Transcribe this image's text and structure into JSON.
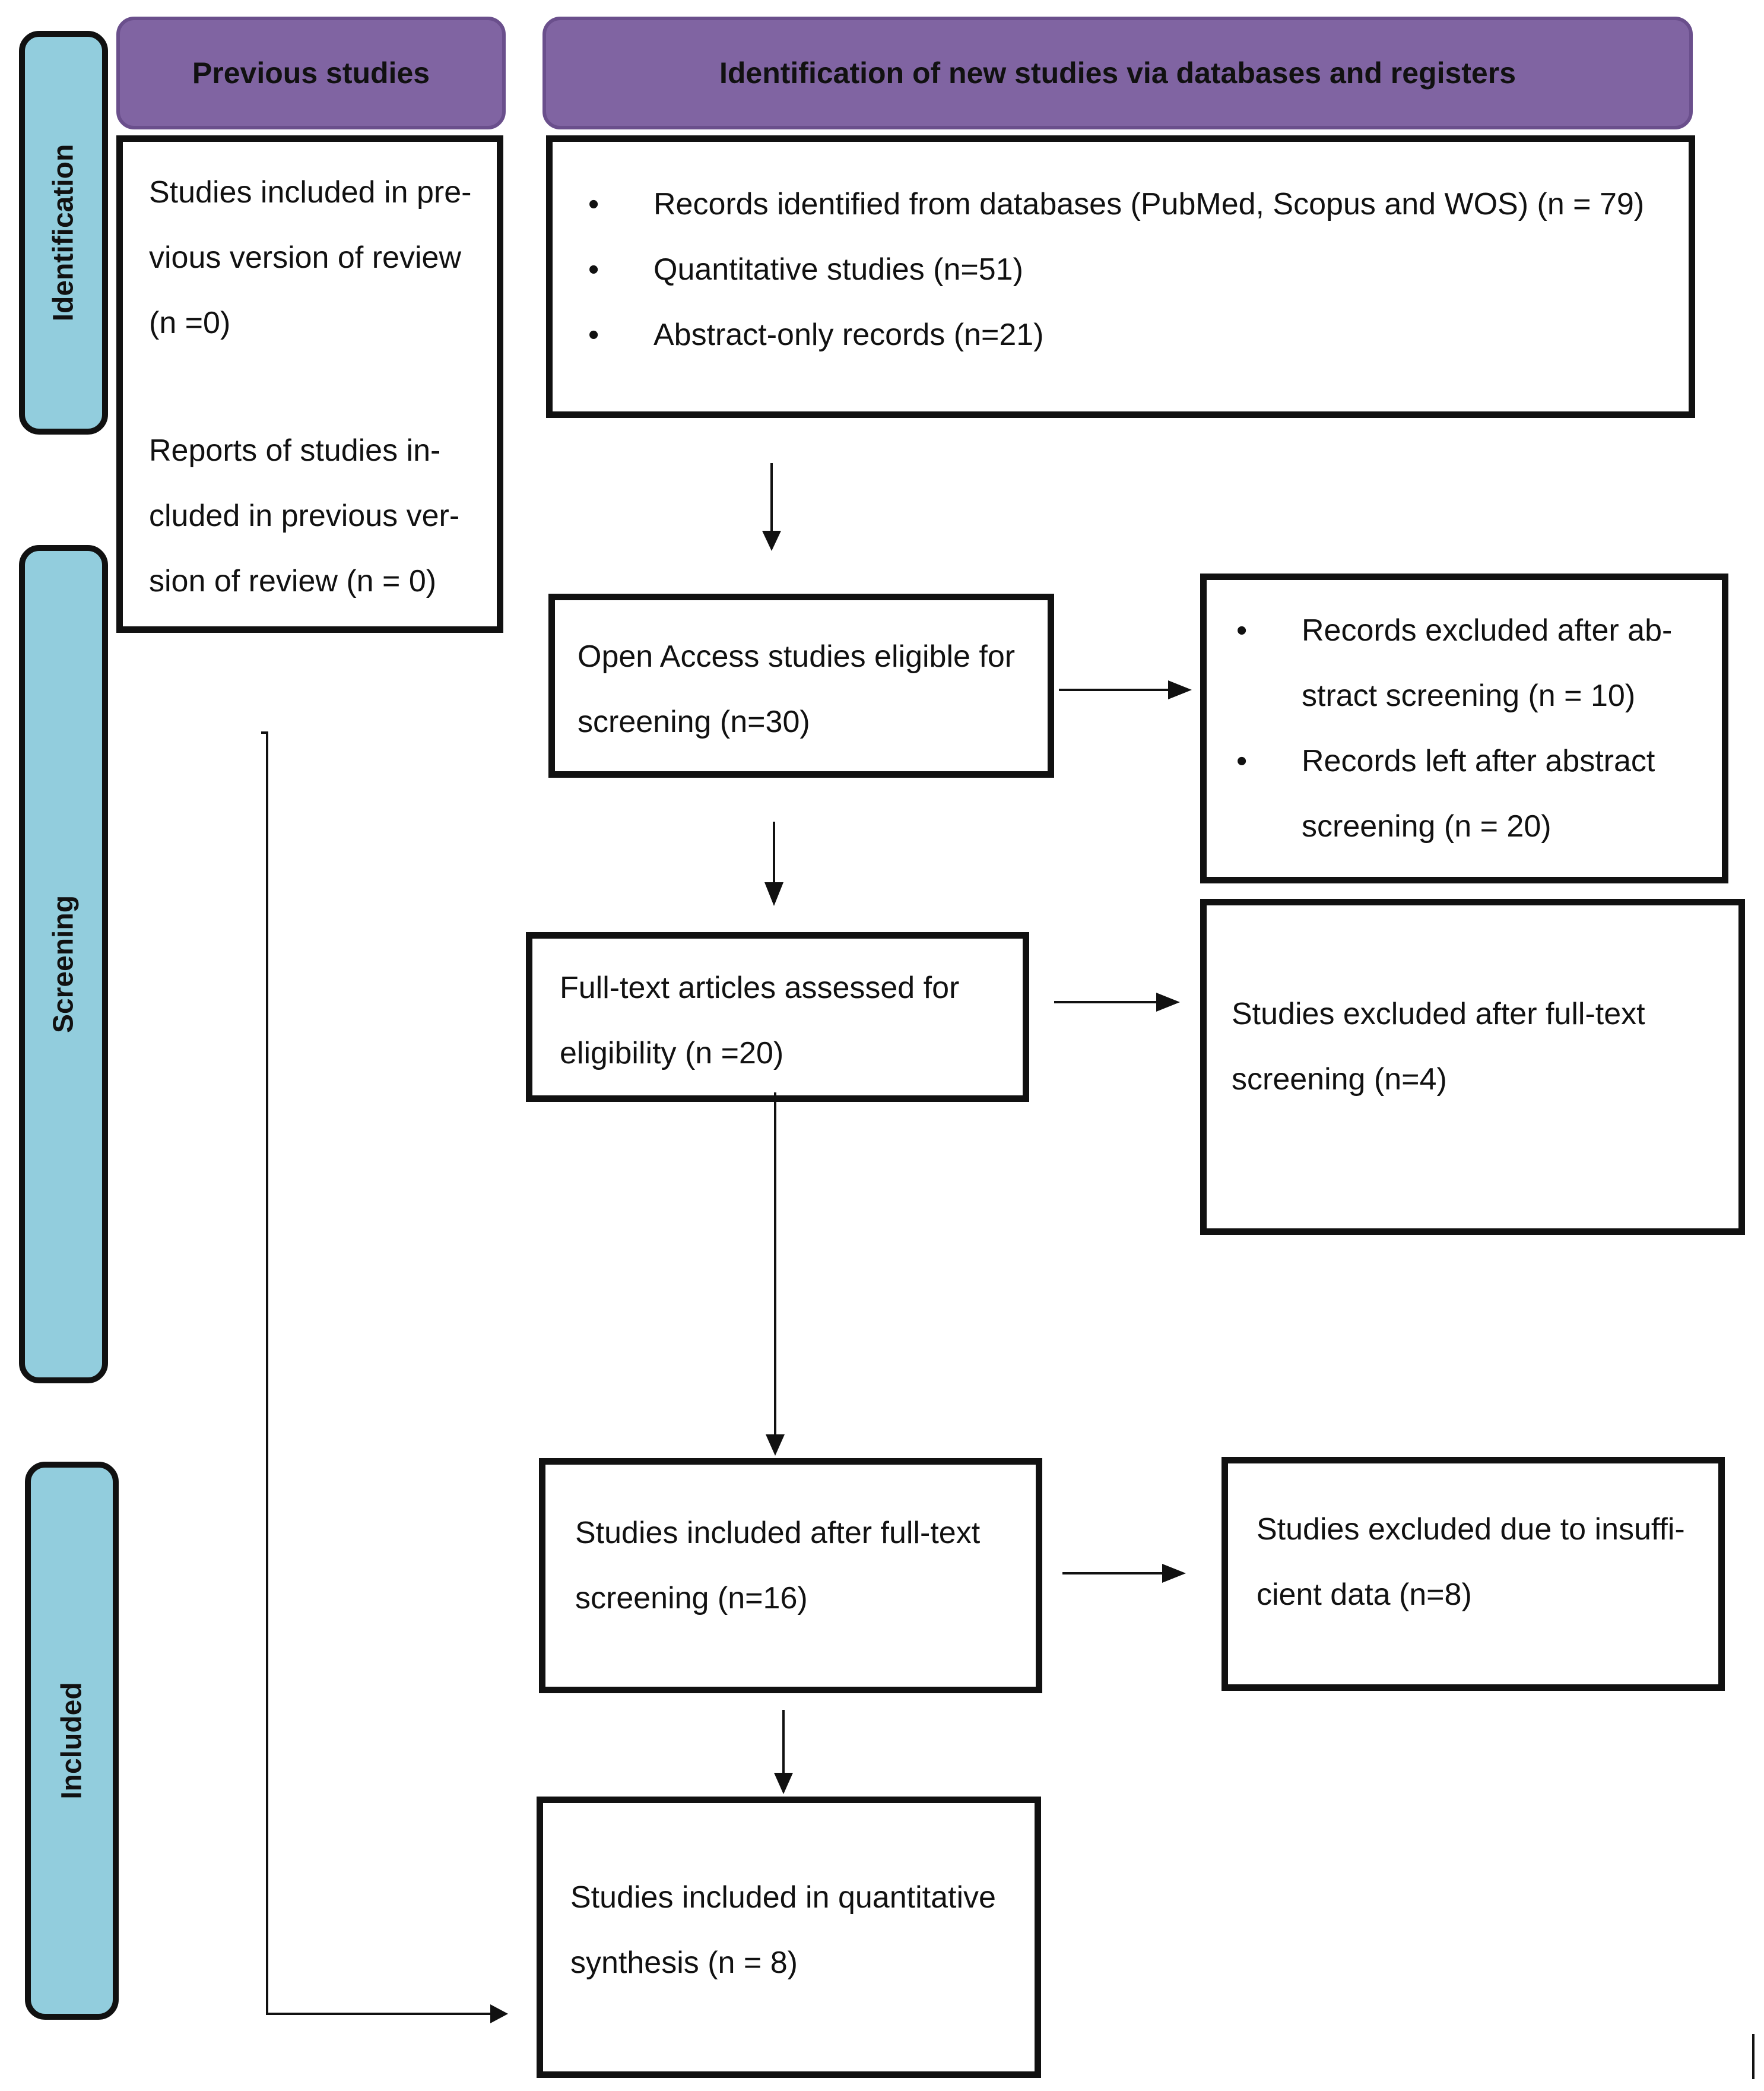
{
  "stages": {
    "identification": "Identification",
    "screening": "Screening",
    "included": "Included"
  },
  "headers": {
    "previous": "Previous studies",
    "new": "Identification of new studies via databases and registers"
  },
  "previous_studies": {
    "line1": "Studies included in pre-",
    "line2": "vious version of review",
    "line3": "(n =0)",
    "line4": "Reports of studies in-",
    "line5": "cluded in previous ver-",
    "line6": "sion of review (n = 0)"
  },
  "identified": {
    "items": [
      "Records identified from databases (PubMed, Scopus and WOS) (n = 79)",
      "Quantitative studies (n=51)",
      "Abstract-only records (n=21)"
    ]
  },
  "open_access": {
    "line1": "Open Access studies eligible for",
    "line2": "screening (n=30)"
  },
  "abstract_screening": {
    "item1_l1": "Records excluded after ab-",
    "item1_l2": "stract screening (n = 10)",
    "item2_l1": "Records left after abstract",
    "item2_l2": "screening (n = 20)"
  },
  "fulltext_assessed": {
    "line1": "Full-text articles assessed for",
    "line2": "eligibility (n =20)"
  },
  "fulltext_excluded": {
    "line1": "Studies excluded after full-text",
    "line2": "screening (n=4)"
  },
  "included_fulltext": {
    "line1": "Studies included after full-text",
    "line2": "screening (n=16)"
  },
  "insufficient": {
    "line1": "Studies excluded due to insuffi-",
    "line2": "cient data (n=8)"
  },
  "quantitative": {
    "line1": "Studies included in quantitative",
    "line2": "synthesis (n = 8)"
  },
  "colors": {
    "stage_tab": "#92cddd",
    "header": "#8064a2",
    "border": "#111111"
  }
}
